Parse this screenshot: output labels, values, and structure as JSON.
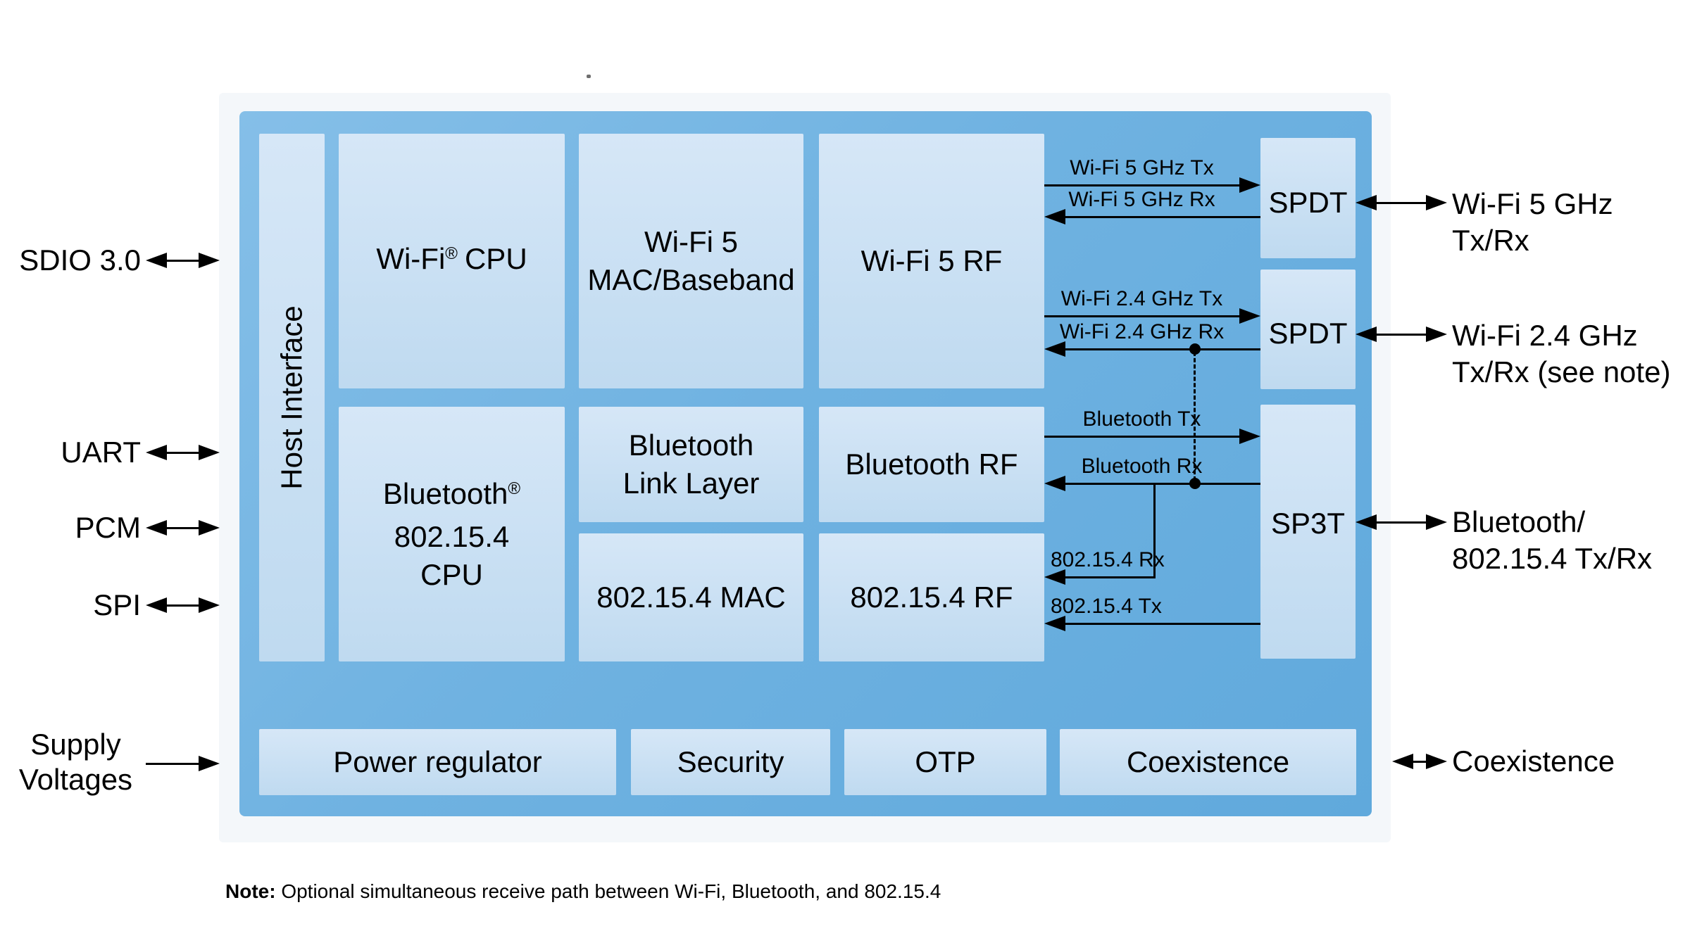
{
  "left_ports": {
    "sdio": "SDIO 3.0",
    "uart": "UART",
    "pcm": "PCM",
    "spi": "SPI",
    "supply_line1": "Supply",
    "supply_line2": "Voltages"
  },
  "blocks": {
    "host_interface": "Host Interface",
    "wifi_cpu": {
      "name": "Wi-Fi",
      "reg": "®",
      "suffix": "CPU"
    },
    "wifi5_mac": {
      "line1": "Wi-Fi 5",
      "line2": "MAC/Baseband"
    },
    "wifi5_rf": "Wi-Fi 5 RF",
    "bt_cpu": {
      "line1": "Bluetooth",
      "reg": "®",
      "line2": "802.15.4",
      "line3": "CPU"
    },
    "bt_link": {
      "line1": "Bluetooth",
      "line2": "Link Layer"
    },
    "mac_154": "802.15.4 MAC",
    "bt_rf": "Bluetooth RF",
    "rf_154": "802.15.4 RF",
    "switch_5g": "SPDT",
    "switch_24g": "SPDT",
    "switch_bt": "SP3T",
    "power": "Power regulator",
    "security": "Security",
    "otp": "OTP",
    "coexistence": "Coexistence"
  },
  "signals": {
    "wifi5_tx": "Wi-Fi 5 GHz Tx",
    "wifi5_rx": "Wi-Fi 5 GHz Rx",
    "wifi24_tx": "Wi-Fi 2.4 GHz Tx",
    "wifi24_rx": "Wi-Fi 2.4 GHz Rx",
    "bt_tx": "Bluetooth Tx",
    "bt_rx": "Bluetooth Rx",
    "z154_rx": "802.15.4 Rx",
    "z154_tx": "802.15.4 Tx"
  },
  "right_ports": {
    "wifi5_line1": "Wi-Fi 5 GHz",
    "wifi5_line2": "Tx/Rx",
    "wifi24_line1": "Wi-Fi 2.4 GHz",
    "wifi24_line2": "Tx/Rx (see note)",
    "bt_line1": "Bluetooth/",
    "bt_line2": "802.15.4 Tx/Rx",
    "coexistence": "Coexistence"
  },
  "note": {
    "label": "Note:",
    "text": " Optional simultaneous receive path between Wi-Fi, Bluetooth, and 802.15.4"
  },
  "colors": {
    "panel_light": "#85bfe8",
    "panel_dark": "#60a9dc",
    "block_light": "#d6e7f7",
    "block_dark": "#bfdaf0",
    "frame": "#f4f7fa",
    "line": "#000000"
  }
}
